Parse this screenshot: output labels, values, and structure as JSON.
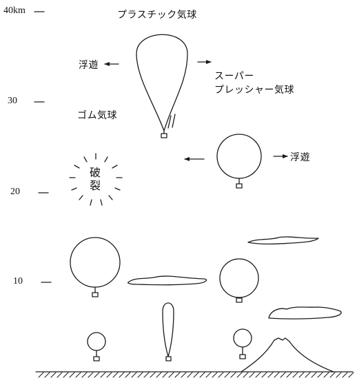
{
  "altitude_axis": {
    "ticks": [
      "40",
      "30",
      "20",
      "10"
    ],
    "unit": "km"
  },
  "labels": {
    "plastic_balloon": "プラスチック気球",
    "float_left": "浮遊",
    "float_right": "浮遊",
    "super_pressure_line1": "スーパー",
    "super_pressure_line2": "プレッシャー気球",
    "rubber_balloon": "ゴム気球",
    "burst_char1": "破",
    "burst_char2": "裂"
  },
  "colors": {
    "line": "#1a1a1a",
    "background": "#ffffff"
  }
}
